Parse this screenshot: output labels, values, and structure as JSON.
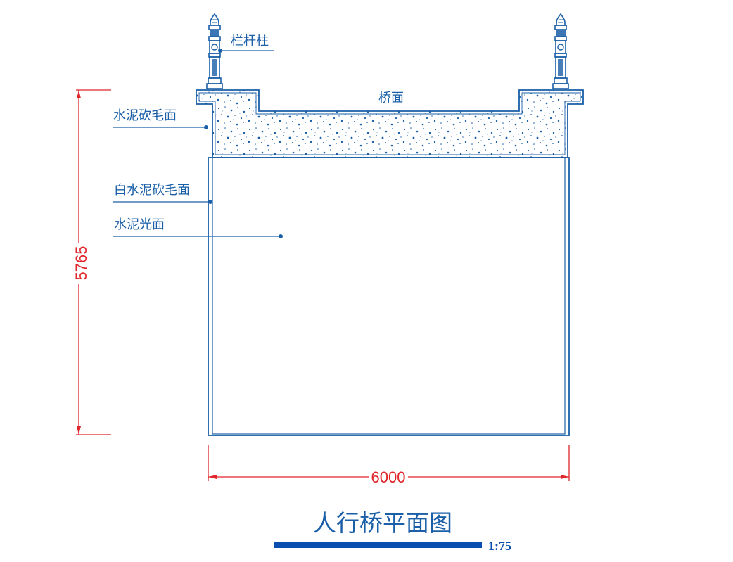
{
  "labels": {
    "railing_post": "栏杆柱",
    "deck": "桥面",
    "rough_cement": "水泥砍毛面",
    "white_rough_cement": "白水泥砍毛面",
    "smooth_cement": "水泥光面"
  },
  "dimensions": {
    "height": "5765",
    "width": "6000"
  },
  "title": "人行桥平面图",
  "scale": "1:75",
  "colors": {
    "line": "#1a5fa8",
    "dimension": "#e0262a",
    "scale_bar": "#0a4fb0"
  }
}
